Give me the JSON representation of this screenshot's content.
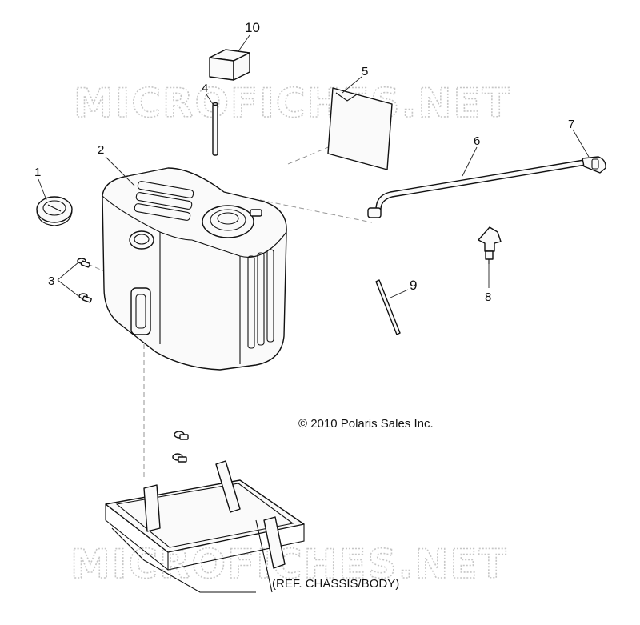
{
  "watermark": "MICROFICHES.NET",
  "copyright": "© 2010 Polaris Sales Inc.",
  "reference": "(REF. CHASSIS/BODY)",
  "callouts": [
    "1",
    "2",
    "3",
    "4",
    "5",
    "6",
    "7",
    "8",
    "9",
    "10"
  ]
}
